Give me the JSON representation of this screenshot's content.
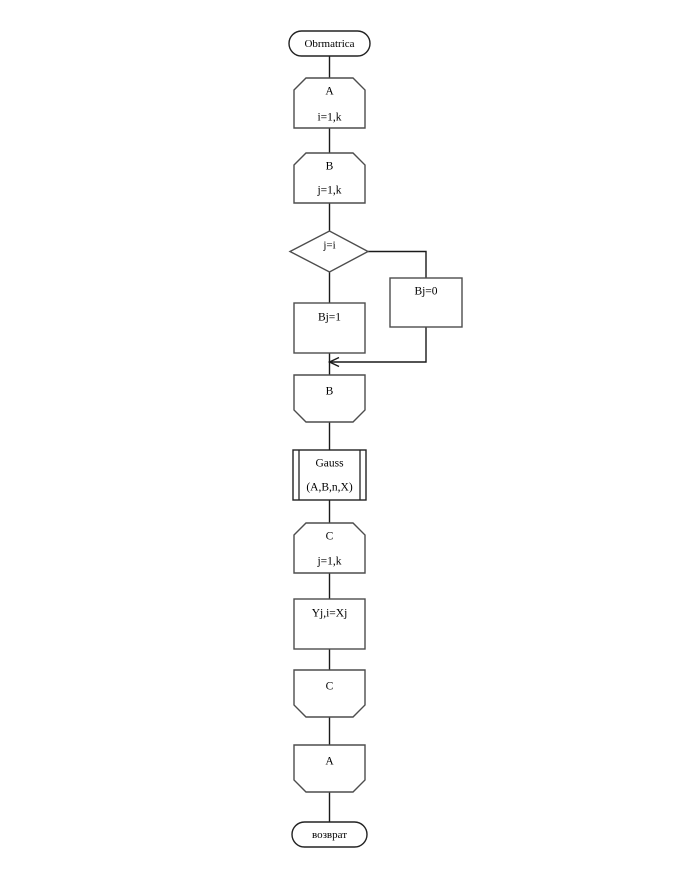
{
  "diagram": {
    "title": "Obrmatrica",
    "language_note": "mixed-latin-cyrillic",
    "line_color": "#4d4d4d",
    "connector_color": "#1a1a1a",
    "background": "#ffffff"
  },
  "nodes": {
    "start_terminal": {
      "label": "Obrmatrica",
      "shape": "terminator"
    },
    "loop_start_a": {
      "label": "A",
      "range": "i=1,k",
      "shape": "loop-start"
    },
    "loop_start_b": {
      "label": "B",
      "range": "j=1,k",
      "shape": "loop-start"
    },
    "decision": {
      "label": "j=i",
      "shape": "decision"
    },
    "process_bj1": {
      "label": "Bj=1",
      "shape": "process"
    },
    "process_bj0": {
      "label": "Bj=0",
      "shape": "process"
    },
    "loop_end_b": {
      "label": "B",
      "shape": "loop-end"
    },
    "subroutine_gauss": {
      "label": "Gauss",
      "args": "(A,B,n,X)",
      "shape": "predefined-process"
    },
    "loop_start_c": {
      "label": "C",
      "range": "j=1,k",
      "shape": "loop-start"
    },
    "process_assign": {
      "label": "Yj,i=Xj",
      "shape": "process"
    },
    "loop_end_c": {
      "label": "C",
      "shape": "loop-end"
    },
    "loop_end_a": {
      "label": "A",
      "shape": "loop-end"
    },
    "end_terminal": {
      "label": "возврат",
      "shape": "terminator"
    }
  }
}
